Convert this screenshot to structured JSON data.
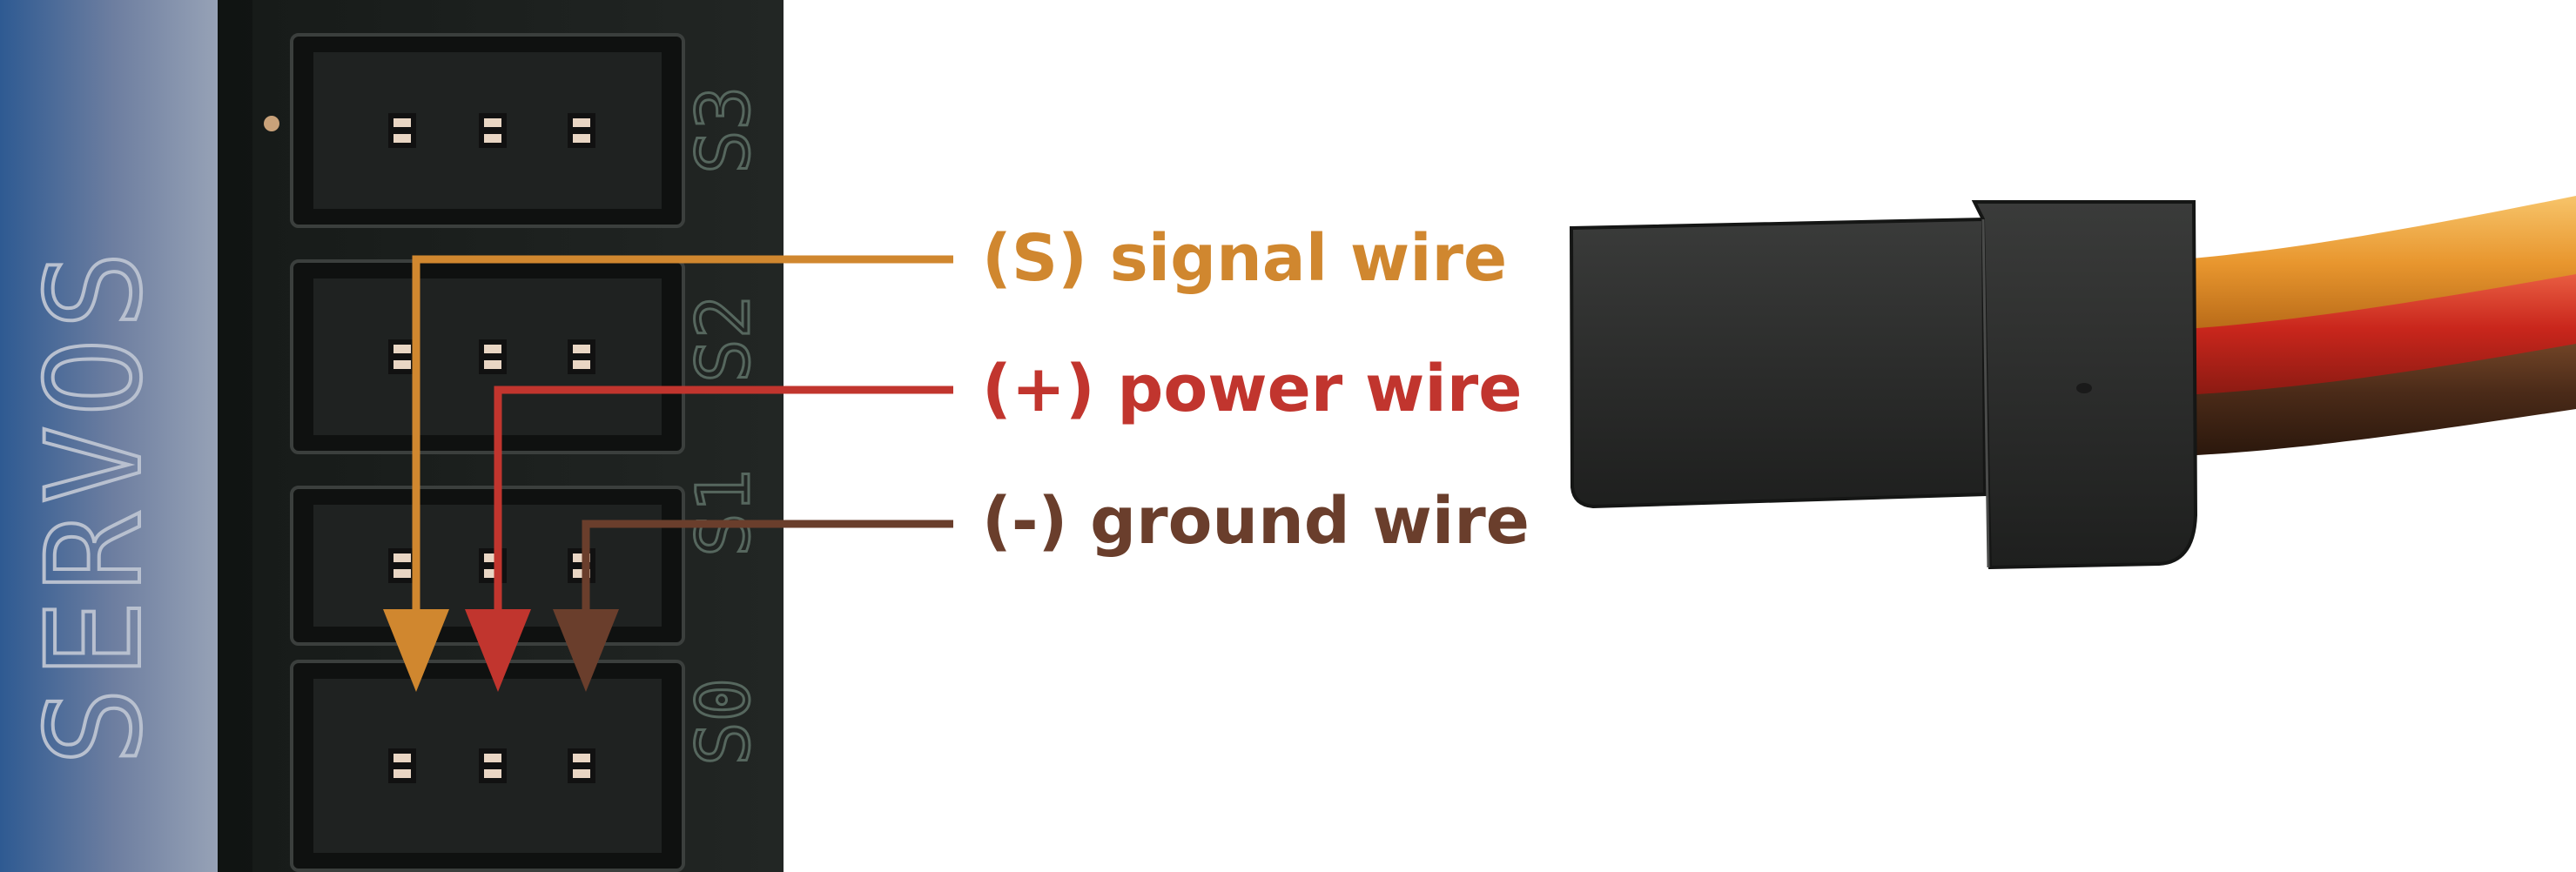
{
  "board": {
    "title": "SERVOS",
    "ports": [
      "S3",
      "S2",
      "S1",
      "S0"
    ]
  },
  "wires": [
    {
      "label": "(S) signal wire",
      "color": "#d0872f",
      "role": "signal"
    },
    {
      "label": "(+) power wire",
      "color": "#c1352e",
      "role": "power"
    },
    {
      "label": "(-) ground wire",
      "color": "#6a3e2c",
      "role": "ground"
    }
  ],
  "colors": {
    "pcb": "#1b1f1c",
    "connector": "#242625",
    "servo_plug": "#2c2d2c",
    "wire_orange": "#e8962e",
    "wire_red": "#c9261c",
    "wire_brown": "#4a2a18"
  }
}
